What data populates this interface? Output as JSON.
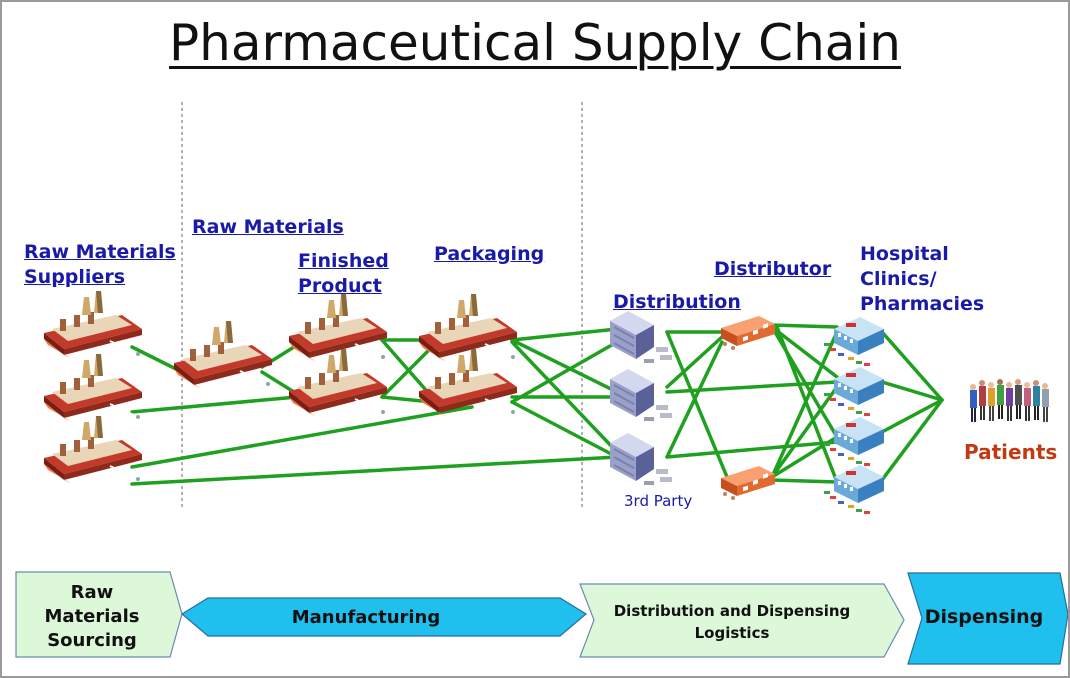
{
  "title": "Pharmaceutical Supply Chain",
  "labels": {
    "raw_materials_suppliers": [
      "Raw Materials",
      "Suppliers"
    ],
    "raw_materials": "Raw Materials",
    "finished_product": [
      "Finished",
      "Product"
    ],
    "packaging": "Packaging",
    "distribution": "Distribution",
    "distributor": "Distributor",
    "hospital": [
      "Hospital",
      "Clinics/",
      "Pharmacies"
    ],
    "third_party": "3rd Party",
    "patients": "Patients"
  },
  "stages": {
    "raw_sourcing": [
      "Raw",
      "Materials",
      "Sourcing"
    ],
    "manufacturing": "Manufacturing",
    "distribution_logistics": [
      "Distribution and Dispensing",
      "Logistics"
    ],
    "dispensing": "Dispensing"
  },
  "colors": {
    "link": "#1fa01f",
    "label": "#1a1aa8",
    "patients": "#c23a12",
    "stage_green": "#dcf8d8",
    "stage_blue": "#1fc0ee"
  },
  "icons": {
    "factory": "factory-icon",
    "warehouse": "warehouse-icon",
    "distributor": "distributor-icon",
    "hospital": "hospital-icon",
    "patients": "people-icon"
  }
}
